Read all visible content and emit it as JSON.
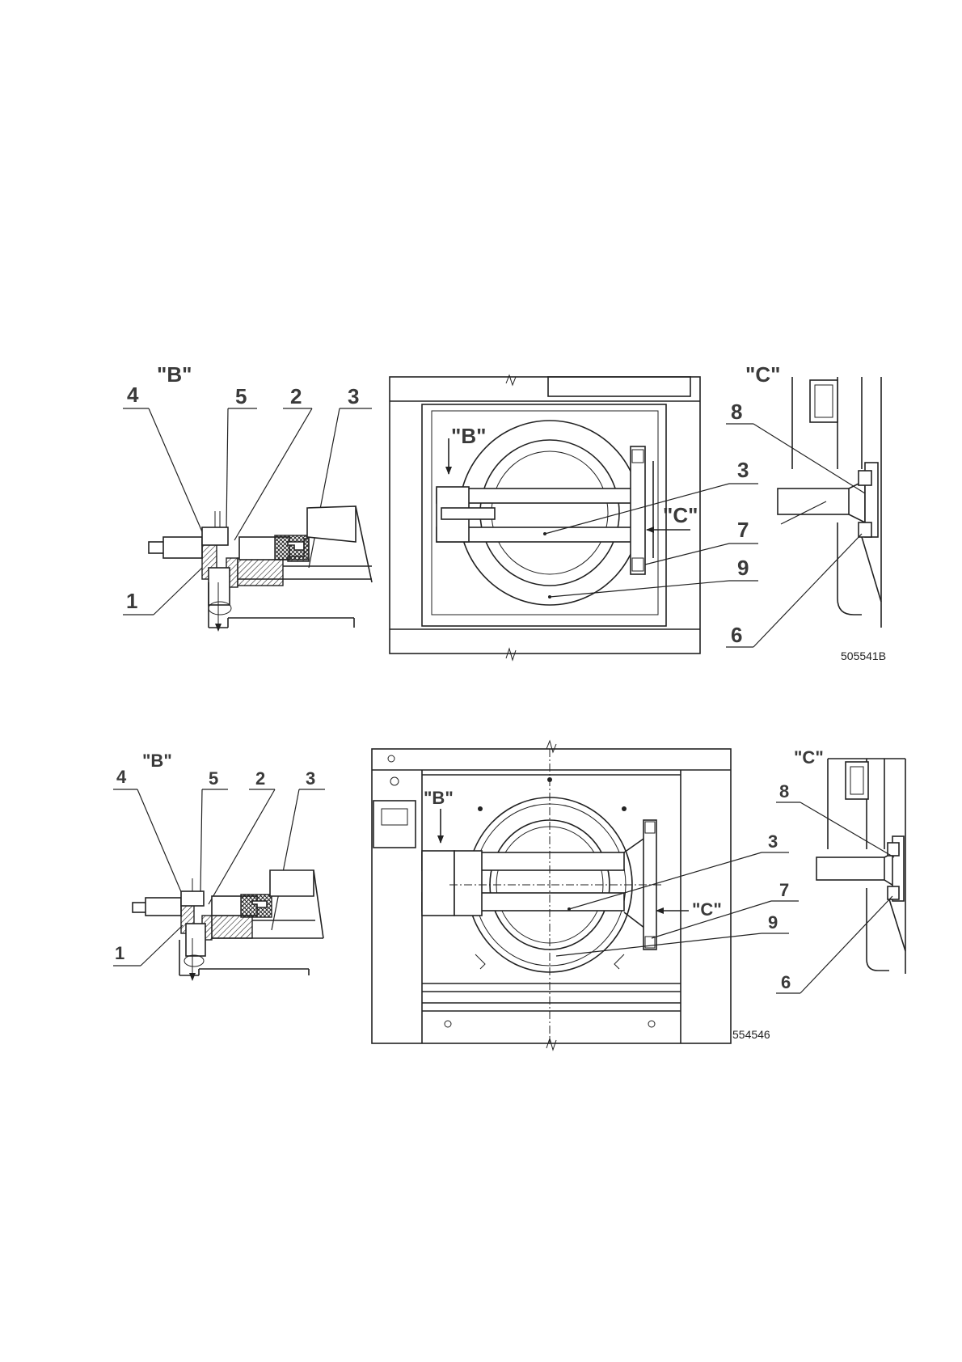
{
  "drawing_top": {
    "code": "505541B",
    "view_b": "\"B\"",
    "view_c": "\"C\"",
    "callout_b": "\"B\"",
    "callout_c": "\"C\"",
    "refs": {
      "b_4": "4",
      "b_5": "5",
      "b_2": "2",
      "b_3": "3",
      "b_1": "1",
      "m_3": "3",
      "m_7": "7",
      "m_9": "9",
      "c_8": "8",
      "c_6": "6"
    }
  },
  "drawing_bottom": {
    "code": "554546",
    "view_b": "\"B\"",
    "view_c": "\"C\"",
    "callout_b": "\"B\"",
    "callout_c": "\"C\"",
    "refs": {
      "b_4": "4",
      "b_5": "5",
      "b_2": "2",
      "b_3": "3",
      "b_1": "1",
      "m_3": "3",
      "m_7": "7",
      "m_9": "9",
      "c_8": "8",
      "c_6": "6"
    }
  }
}
